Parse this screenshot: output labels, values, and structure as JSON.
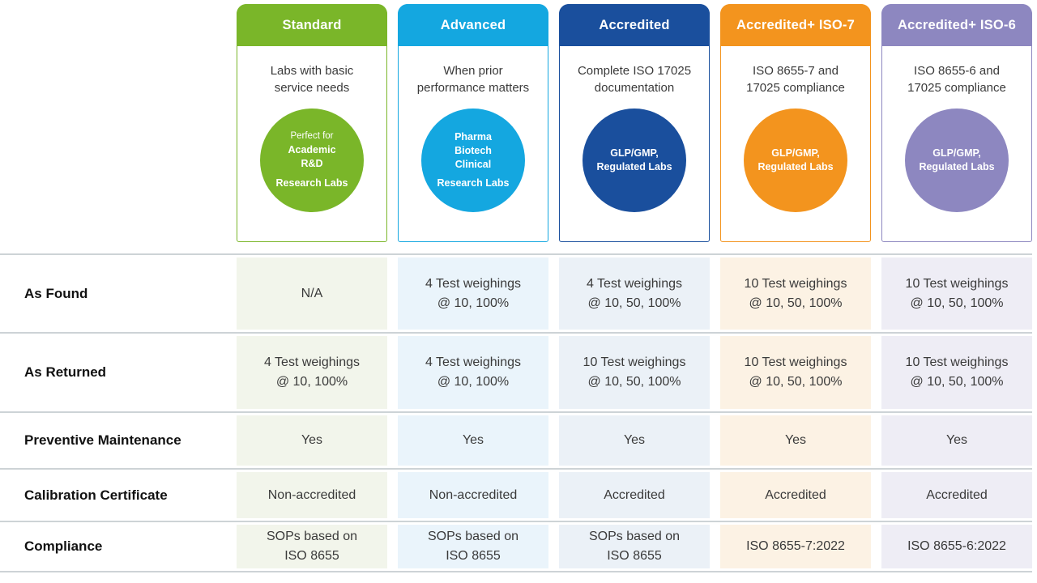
{
  "cards": [
    {
      "title": "Standard",
      "accent": "#7ab629",
      "light": "#f2f5eb",
      "desc1": "Labs with basic",
      "desc2": "service needs",
      "circle": [
        "Perfect for",
        "Academic",
        "R&D",
        "Research Labs"
      ]
    },
    {
      "title": "Advanced",
      "accent": "#14a7e0",
      "light": "#eaf4fb",
      "desc1": "When prior",
      "desc2": "performance matters",
      "circle": [
        "Pharma",
        "Biotech",
        "Clinical",
        "Research Labs"
      ]
    },
    {
      "title": "Accredited",
      "accent": "#1a4f9d",
      "light": "#ebf1f7",
      "desc1": "Complete ISO 17025",
      "desc2": "documentation",
      "circle": [
        "GLP/GMP,",
        "Regulated Labs"
      ]
    },
    {
      "title": "Accredited+ ISO-7",
      "accent": "#f3941e",
      "light": "#fcf2e4",
      "desc1": "ISO 8655-7 and",
      "desc2": "17025 compliance",
      "circle": [
        "GLP/GMP,",
        "Regulated Labs"
      ]
    },
    {
      "title": "Accredited+ ISO-6",
      "accent": "#8d87c0",
      "light": "#eeedf5",
      "desc1": "ISO 8655-6 and",
      "desc2": "17025 compliance",
      "circle": [
        "GLP/GMP,",
        "Regulated Labs"
      ]
    }
  ],
  "table": {
    "rows": [
      {
        "label": "As Found",
        "cells": [
          "N/A",
          "4 Test weighings\n@ 10, 100%",
          "4 Test weighings\n@ 10, 50, 100%",
          "10 Test weighings\n@ 10, 50, 100%",
          "10 Test weighings\n@ 10, 50, 100%"
        ]
      },
      {
        "label": "As Returned",
        "cells": [
          "4 Test weighings\n@ 10, 100%",
          "4 Test weighings\n@ 10, 100%",
          "10 Test weighings\n@ 10, 50, 100%",
          "10 Test weighings\n@ 10, 50, 100%",
          "10 Test weighings\n@ 10, 50, 100%"
        ]
      },
      {
        "label": "Preventive Maintenance",
        "cells": [
          "Yes",
          "Yes",
          "Yes",
          "Yes",
          "Yes"
        ]
      },
      {
        "label": "Calibration Certificate",
        "cells": [
          "Non-accredited",
          "Non-accredited",
          "Accredited",
          "Accredited",
          "Accredited"
        ]
      },
      {
        "label": "Compliance",
        "cells": [
          "SOPs based on\nISO 8655",
          "SOPs based on\nISO 8655",
          "SOPs based on\nISO 8655",
          "ISO 8655-7:2022",
          "ISO 8655-6:2022"
        ]
      }
    ]
  },
  "chart_data": {
    "type": "table",
    "title": "Service plan comparison",
    "columns": [
      "Standard",
      "Advanced",
      "Accredited",
      "Accredited+ ISO-7",
      "Accredited+ ISO-6"
    ],
    "column_descriptions": [
      "Labs with basic service needs",
      "When prior performance matters",
      "Complete ISO 17025 documentation",
      "ISO 8655-7 and 17025 compliance",
      "ISO 8655-6 and 17025 compliance"
    ],
    "column_audiences": [
      "Perfect for Academic R&D Research Labs",
      "Pharma Biotech Clinical Research Labs",
      "GLP/GMP, Regulated Labs",
      "GLP/GMP, Regulated Labs",
      "GLP/GMP, Regulated Labs"
    ],
    "column_colors": [
      "#7ab629",
      "#14a7e0",
      "#1a4f9d",
      "#f3941e",
      "#8d87c0"
    ],
    "row_headers": [
      "As Found",
      "As Returned",
      "Preventive Maintenance",
      "Calibration Certificate",
      "Compliance"
    ],
    "rows": [
      [
        "N/A",
        "4 Test weighings @ 10, 100%",
        "4 Test weighings @ 10, 50, 100%",
        "10 Test weighings @ 10, 50, 100%",
        "10 Test weighings @ 10, 50, 100%"
      ],
      [
        "4 Test weighings @ 10, 100%",
        "4 Test weighings @ 10, 100%",
        "10 Test weighings @ 10, 50, 100%",
        "10 Test weighings @ 10, 50, 100%",
        "10 Test weighings @ 10, 50, 100%"
      ],
      [
        "Yes",
        "Yes",
        "Yes",
        "Yes",
        "Yes"
      ],
      [
        "Non-accredited",
        "Non-accredited",
        "Accredited",
        "Accredited",
        "Accredited"
      ],
      [
        "SOPs based on ISO 8655",
        "SOPs based on ISO 8655",
        "SOPs based on ISO 8655",
        "ISO 8655-7:2022",
        "ISO 8655-6:2022"
      ]
    ]
  }
}
